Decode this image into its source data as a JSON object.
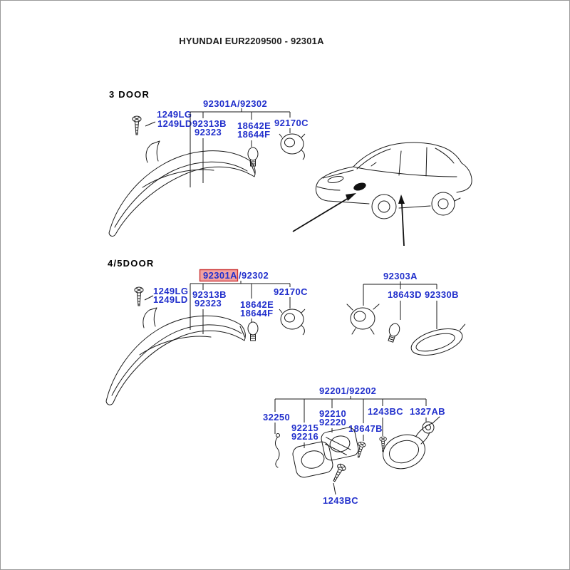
{
  "title": "HYUNDAI EUR2209500 - 92301A",
  "colors": {
    "part_label": "#2230cc",
    "highlight_bg": "#f2a2a2",
    "highlight_border": "#cc3333",
    "line": "#1a1a1a"
  },
  "sections": {
    "three_door": {
      "heading": "3 DOOR",
      "assembly_label": "92301A/92302",
      "parts": {
        "p1249lg": "1249LG",
        "p1249ld": "1249LD",
        "p92313b": "92313B",
        "p92323": "92323",
        "p18642e": "18642E",
        "p18644f": "18644F",
        "p92170c": "92170C"
      }
    },
    "four_five_door": {
      "heading": "4/5DOOR",
      "assembly_label_highlight": "92301A",
      "assembly_label_rest": "/92302",
      "parts": {
        "p1249lg": "1249LG",
        "p1249ld": "1249LD",
        "p92313b": "92313B",
        "p92323": "92323",
        "p18642e": "18642E",
        "p18644f": "18644F",
        "p92170c": "92170C",
        "p92303a": "92303A",
        "p18643d": "18643D",
        "p92330b": "92330B"
      }
    },
    "fog_lamp": {
      "assembly_label": "92201/92202",
      "parts": {
        "p32250": "32250",
        "p92210": "92210",
        "p92220": "92220",
        "p1243bc_top": "1243BC",
        "p1327ab": "1327AB",
        "p92215": "92215",
        "p92216": "92216",
        "p18647b": "18647B",
        "p1243bc_bottom": "1243BC"
      }
    }
  }
}
